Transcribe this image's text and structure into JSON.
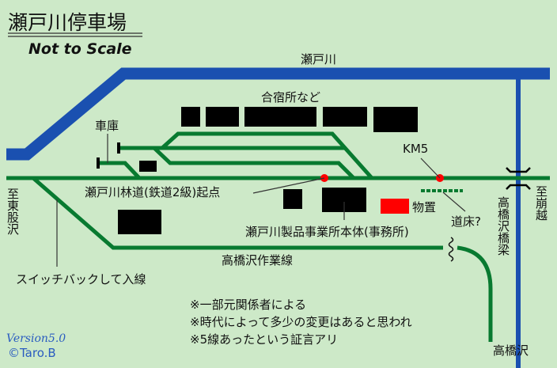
{
  "title": "瀬戸川停車場",
  "subtitle": "Not to Scale",
  "labels": {
    "river": "瀬戸川",
    "dormitory": "合宿所など",
    "shed": "車庫",
    "km": "KM5",
    "forest_rail_start": "瀬戸川林道(鉄道2級)起点",
    "storage": "物置",
    "roadbed": "道床?",
    "factory": "瀬戸川製品事業所本体(事務所)",
    "work_line": "高橋沢作業線",
    "switchback": "スイッチバックして入線",
    "to_west": "至東股沢",
    "to_east": "至崩越",
    "bridge": "高橋沢橋梁",
    "takahashizawa": "高橋沢"
  },
  "notes": [
    "※一部元関係者による",
    "※時代によって多少の変更はあると思われ",
    "※5線あったという証言アリ"
  ],
  "version": "Version5.0",
  "author": "©Taro.B",
  "colors": {
    "background": "#cde9c8",
    "rail": "#087a30",
    "river": "#1a50b0",
    "marker": "#ff0000",
    "building": "#000000"
  }
}
